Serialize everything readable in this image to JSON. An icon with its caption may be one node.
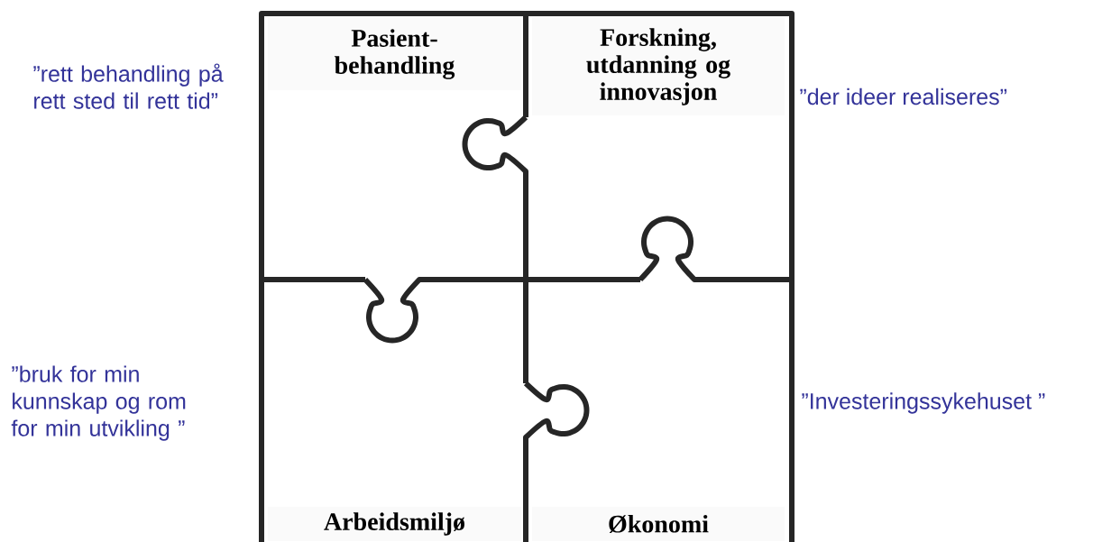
{
  "diagram": {
    "nodes": [
      {
        "text": [
          "Pasient-behandling"
        ]
      },
      {
        "text": [
          "Forskning, utdanning og innovasjon"
        ]
      },
      {
        "text": [
          "Arbeidsmiljø"
        ]
      },
      {
        "text": [
          "Økonomi"
        ]
      }
    ],
    "labels": [
      "”rett behandling på rett sted til rett tid”",
      "”der ideer realiseres”",
      "”bruk for min kunnskap og rom for min utvikling ”",
      "”Investeringssykehuset ”"
    ]
  }
}
